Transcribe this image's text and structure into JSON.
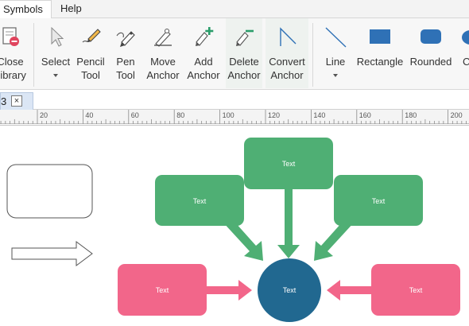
{
  "menu": {
    "tabs": [
      {
        "label": "Symbols"
      },
      {
        "label": "Help"
      }
    ]
  },
  "ribbon": {
    "close_library": {
      "line1": "Close",
      "line2": "Library"
    },
    "select": {
      "line1": "Select"
    },
    "pencil": {
      "line1": "Pencil",
      "line2": "Tool"
    },
    "pen": {
      "line1": "Pen",
      "line2": "Tool"
    },
    "move_anchor": {
      "line1": "Move",
      "line2": "Anchor"
    },
    "add_anchor": {
      "line1": "Add",
      "line2": "Anchor"
    },
    "delete_anchor": {
      "line1": "Delete",
      "line2": "Anchor"
    },
    "convert_anchor": {
      "line1": "Convert",
      "line2": "Anchor"
    },
    "line": {
      "line1": "Line"
    },
    "rectangle": {
      "line1": "Rectangle"
    },
    "rounded": {
      "line1": "Rounded"
    },
    "circle": {
      "line1": "C"
    }
  },
  "doc_tab": {
    "name": "3",
    "close_glyph": "×"
  },
  "ruler": {
    "labels": [
      "20",
      "40",
      "60",
      "80",
      "100",
      "120",
      "140",
      "160",
      "180",
      "200"
    ]
  },
  "diagram": {
    "nodes": [
      {
        "id": "top-center",
        "text": "Text",
        "color": "#4faf74"
      },
      {
        "id": "top-left",
        "text": "Text",
        "color": "#4faf74"
      },
      {
        "id": "top-right",
        "text": "Text",
        "color": "#4faf74"
      },
      {
        "id": "left",
        "text": "Text",
        "color": "#f2668a"
      },
      {
        "id": "right",
        "text": "Text",
        "color": "#f2668a"
      },
      {
        "id": "center",
        "text": "Text",
        "color": "#216890"
      }
    ]
  },
  "colors": {
    "green": "#4faf74",
    "pink": "#f2668a",
    "blue": "#216890",
    "accent_teal": "#2a9d6a",
    "shape_blue": "#2f71b6"
  }
}
